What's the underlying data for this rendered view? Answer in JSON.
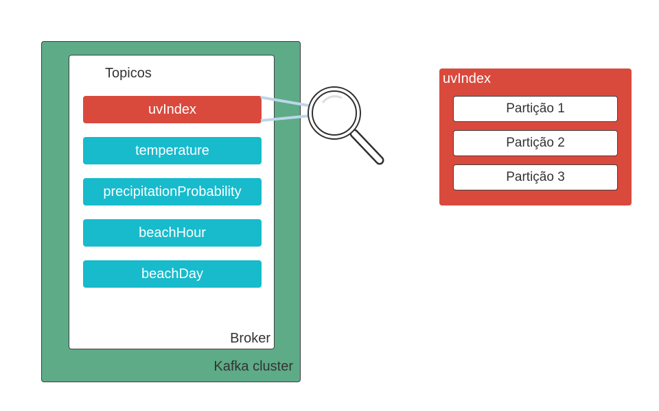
{
  "cluster": {
    "label": "Kafka cluster",
    "color": "#5dab87"
  },
  "broker": {
    "label": "Broker",
    "topics_title": "Topicos",
    "topics": [
      {
        "label": "uvIndex",
        "color": "#d94a3d"
      },
      {
        "label": "temperature",
        "color": "#17bbcc"
      },
      {
        "label": "precipitationProbability",
        "color": "#17bbcc"
      },
      {
        "label": "beachHour",
        "color": "#17bbcc"
      },
      {
        "label": "beachDay",
        "color": "#17bbcc"
      }
    ]
  },
  "magnifier": {
    "icon": "magnifying-glass-icon"
  },
  "detail": {
    "title": "uvIndex",
    "color": "#d94a3d",
    "partitions": [
      {
        "label": "Partição 1"
      },
      {
        "label": "Partição 2"
      },
      {
        "label": "Partição 3"
      }
    ]
  }
}
